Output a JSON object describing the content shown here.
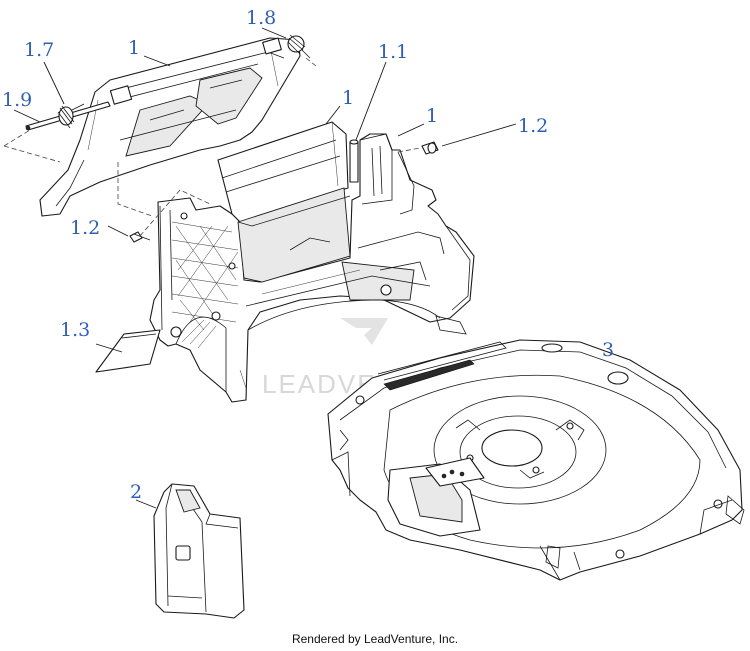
{
  "callouts": {
    "c1_9": "1.9",
    "c1_7": "1.7",
    "c1_top": "1",
    "c1_8": "1.8",
    "c1_1": "1.1",
    "c1_flap": "1",
    "c1_right": "1",
    "c1_2_right": "1.2",
    "c1_2_left": "1.2",
    "c1_3": "1.3",
    "c3": "3",
    "c2": "2"
  },
  "watermark": "LEADVENTURE",
  "footer": "Rendered by LeadVenture, Inc.",
  "colors": {
    "callout": "#2f5fb3",
    "watermark": "#d8d8d8"
  }
}
